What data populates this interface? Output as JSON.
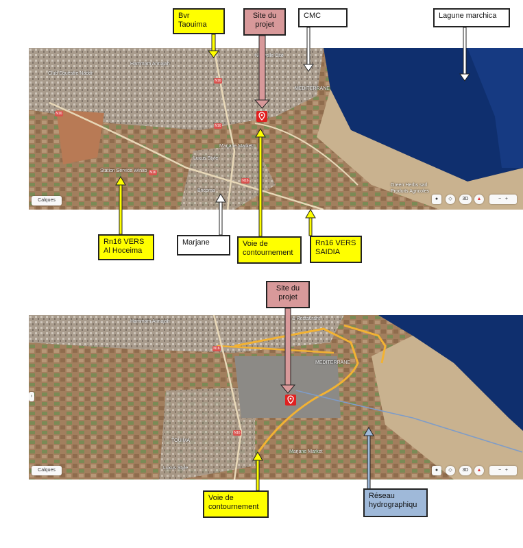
{
  "top": {
    "callouts": {
      "bvr": "Bvr\nTaouima",
      "site": "Site du\nprojet",
      "cmc": "CMC",
      "lagune": "Lagune marchica",
      "rn16_alhoceima": "Rn16 VERS\nAl Hoceima",
      "marjane": "Marjane",
      "voie": "Voie de\ncontournement",
      "rn16_saidia": "Rn16 VERS\nSAIDIA"
    },
    "map_labels": {
      "hammam": "Hammam Annajah",
      "club": "Club Equestre Nador",
      "station": "Station Service Winxo",
      "marjane_market": "Marjane Market",
      "luxus": "Luxus Style",
      "bricoma": "Bricoma",
      "green_herbs": "Green Herbs sarl\nProduits Agricoles",
      "mediterrane": "MEDITERRANE",
      "nouvelle": "Nouvelle Cité"
    },
    "controls": {
      "layers": "Calques",
      "three_d": "3D",
      "minus": "−",
      "plus": "+"
    }
  },
  "bottom": {
    "callouts": {
      "site": "Site du\nprojet",
      "voie": "Voie de\ncontournement",
      "reseau": "Réseau\nhydrographiqu"
    },
    "map_labels": {
      "hammam": "Hammam Annajah",
      "restaurant": "& Restaurant",
      "mediterrane": "MEDITERRANE",
      "marjane_market": "Marjane Market",
      "luxus": "Luxus Style",
      "touima": "TOUIMA"
    },
    "controls": {
      "layers": "Calques",
      "three_d": "3D",
      "minus": "−",
      "plus": "+"
    }
  },
  "colors": {
    "callout_yellow": "#ffff00",
    "callout_pink": "#d8999a",
    "callout_blue": "#9fb9d9",
    "lagoon": "#0f2f6e",
    "land": "#a7896a",
    "road_highlight": "#f2b233",
    "pin_red": "#e02020"
  }
}
